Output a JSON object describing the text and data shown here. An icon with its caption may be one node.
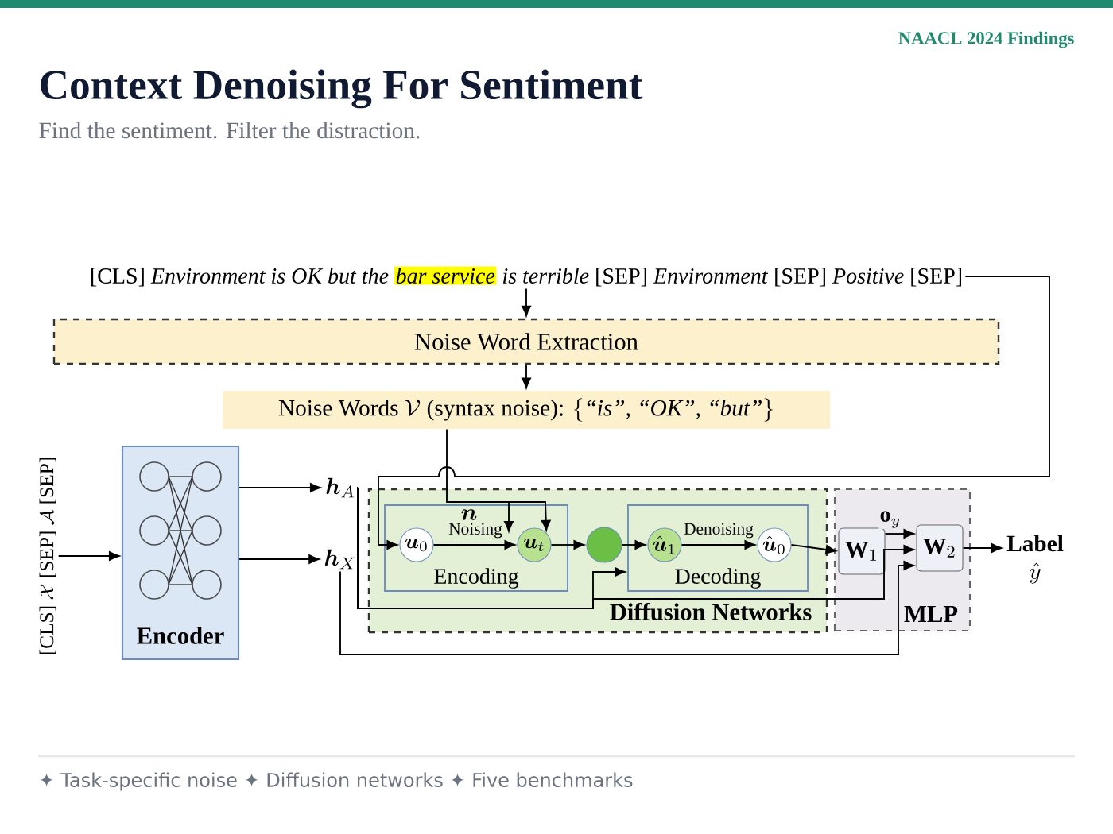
{
  "diagram": {
    "title": "Context Denoising For Sentiment",
    "nodes": [
      {
        "text": [
          "[CLS] *Environment is OK but the*",
          "*bar service*",
          "*is terrible* [SEP] *Environment* [SEP] *Positive* [SEP]"
        ]
      },
      {
        "text": [
          "Noise Word Extraction"
        ]
      },
      {
        "text": [
          "\\text{Noise Words }\\mathcal{V}\\text{ (syntax noise): }\\{\\textit{“is”, “OK”, “but”}\\}"
        ]
      },
      {
        "text": [
          "\\text{[CLS] }\\mathcal{X}\\text{ [SEP] }\\mathcal{A}\\text{ [SEP]}"
        ]
      },
      {
        "text": [
          "Encoder"
        ]
      },
      {
        "text": [
          "\\boldsymbol{h}_A"
        ]
      },
      {
        "text": [
          "\\boldsymbol{h}_X"
        ]
      },
      {
        "text": [
          "Diffusion Networks"
        ]
      },
      {
        "text": [
          "Encoding"
        ],
        "in": 7
      },
      {
        "text": [
          "\\boldsymbol{u}_0"
        ],
        "in": 8
      },
      {
        "text": [
          "\\boldsymbol{u}_t"
        ],
        "in": 8
      },
      {
        "text": [],
        "shape": "circle",
        "in": 7
      },
      {
        "text": [
          "Decoding"
        ],
        "in": 7
      },
      {
        "text": [
          "\\hat{\\boldsymbol{u}}_1"
        ],
        "in": 12
      },
      {
        "text": [
          "\\hat{\\boldsymbol{u}}_0"
        ],
        "in": 12
      },
      {
        "text": [
          "MLP"
        ]
      },
      {
        "text": [
          "\\mathbf{W}_1"
        ],
        "in": 15
      },
      {
        "text": [
          "\\mathbf{W}_2"
        ],
        "in": 15
      },
      {
        "text": [
          "Label",
          "\\hat{y}"
        ]
      }
    ],
    "edges": [
      {
        "from": 0,
        "to": 1,
        "arrow": "to"
      },
      {
        "from": 1,
        "to": 2,
        "arrow": "to"
      },
      {
        "from": 2,
        "to": 10,
        "arrow": "to",
        "label": "\\boldsymbol{n}"
      },
      {
        "from": 3,
        "to": 4,
        "arrow": "to"
      },
      {
        "from": 4,
        "to": 5,
        "arrow": "to"
      },
      {
        "from": 4,
        "to": 6,
        "arrow": "to"
      },
      {
        "from": 0,
        "to": 9,
        "arrow": "to"
      },
      {
        "from": 5,
        "to": 12,
        "arrow": "to"
      },
      {
        "from": 5,
        "to": 17,
        "arrow": "to"
      },
      {
        "from": 6,
        "to": 17,
        "arrow": "to"
      },
      {
        "from": 9,
        "to": 10,
        "arrow": "to",
        "label": "Noising"
      },
      {
        "from": 10,
        "to": 11,
        "arrow": "to"
      },
      {
        "from": 11,
        "to": 13,
        "arrow": "to"
      },
      {
        "from": 13,
        "to": 14,
        "arrow": "to",
        "label": "Denoising"
      },
      {
        "from": 14,
        "to": 16,
        "arrow": "to"
      },
      {
        "from": 16,
        "to": 17,
        "arrow": "to",
        "label": "\\mathbf{o}_y"
      },
      {
        "from": 17,
        "to": 18,
        "arrow": "to"
      }
    ],
    "labels": [
      "NAACL 2024 Findings",
      "Find the sentiment. Filter the distraction.",
      "✦ Task-specific noise ✦ Diffusion networks ✦ Five benchmarks"
    ]
  }
}
